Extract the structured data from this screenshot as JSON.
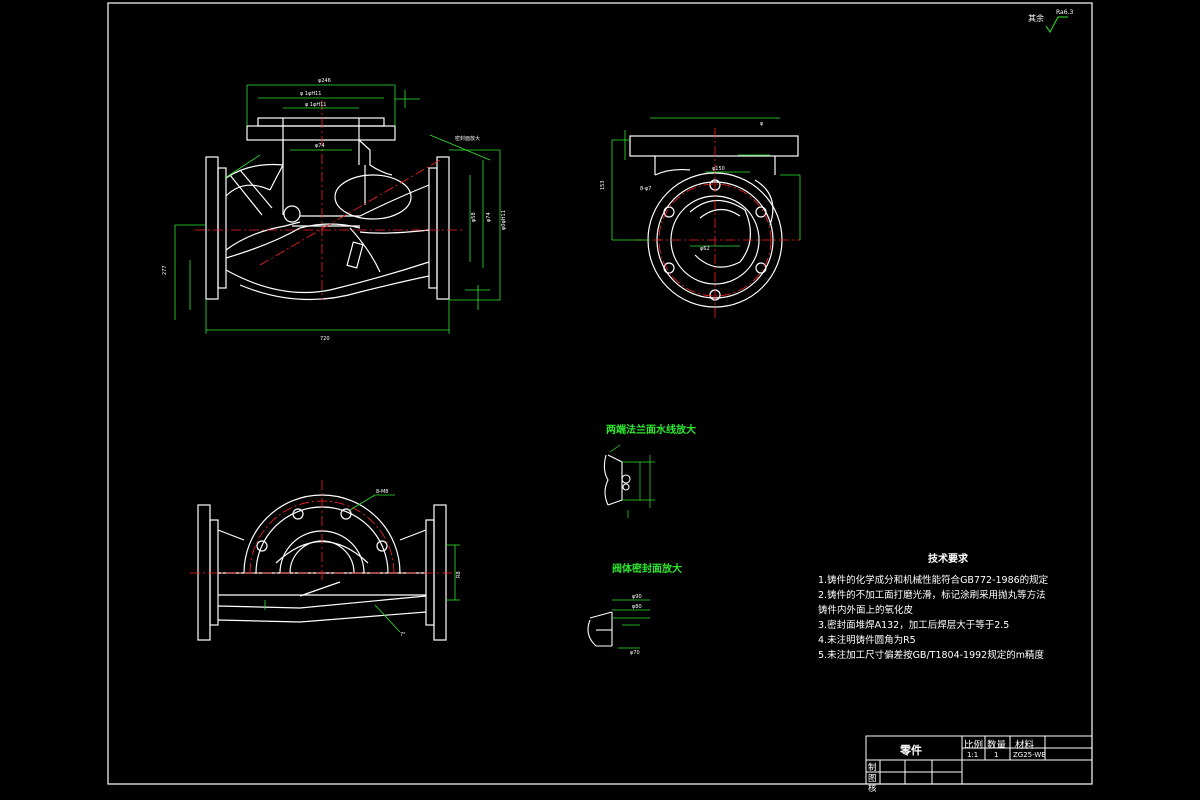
{
  "rough_note": {
    "label": "其余",
    "value": "Ra6.3"
  },
  "detail_titles": {
    "flange_groove": "两端法兰面水线放大",
    "seal_face": "阀体密封面放大"
  },
  "tech_requirements": {
    "title": "技术要求",
    "lines": [
      "1.铸件的化学成分和机械性能符合GB772-1986的规定",
      "2.铸件的不加工面打磨光滑，标记涂刷采用抛丸等方法",
      "  铸件内外面上的氧化皮",
      "3.密封面堆焊A132，加工后焊层大于等于2.5",
      "4.未注明铸件圆角为R5",
      "5.未注加工尺寸偏差按GB/T1804-1992规定的m精度"
    ]
  },
  "title_block": {
    "part_name": "零件",
    "headers": [
      "比例",
      "数量",
      "材料"
    ],
    "values": [
      "1:1",
      "1",
      "ZG25-WB"
    ],
    "row_labels": [
      "制",
      "图",
      "核"
    ]
  },
  "colors": {
    "line": "#ffffff",
    "center": "#ff2020",
    "dim": "#2ee82e",
    "bg": "#000000"
  }
}
